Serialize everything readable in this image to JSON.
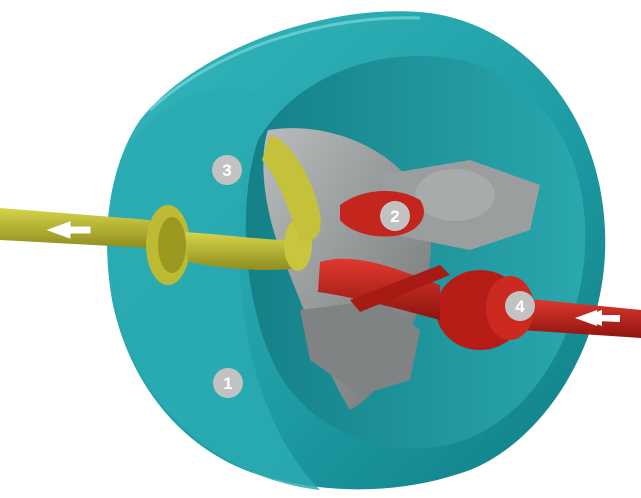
{
  "figure": {
    "colors": {
      "housing": "#1f9ea6",
      "housing_dark": "#0e6f78",
      "housing_inner": "#2a8f96",
      "runner": "#8c9090",
      "outlet_pipe": "#a8a62e",
      "inlet_pipe": "#b8211a",
      "callout_badge": "#c2c2c2",
      "callout_text": "#ffffff",
      "flow_arrow": "#ffffff"
    },
    "callouts": [
      {
        "id": "callout-1",
        "label": "1"
      },
      {
        "id": "callout-2",
        "label": "2"
      },
      {
        "id": "callout-3",
        "label": "3"
      },
      {
        "id": "callout-4",
        "label": "4"
      }
    ],
    "flow_arrows": [
      {
        "id": "outlet-arrow",
        "direction": "left"
      },
      {
        "id": "inlet-arrow",
        "direction": "left"
      }
    ]
  }
}
